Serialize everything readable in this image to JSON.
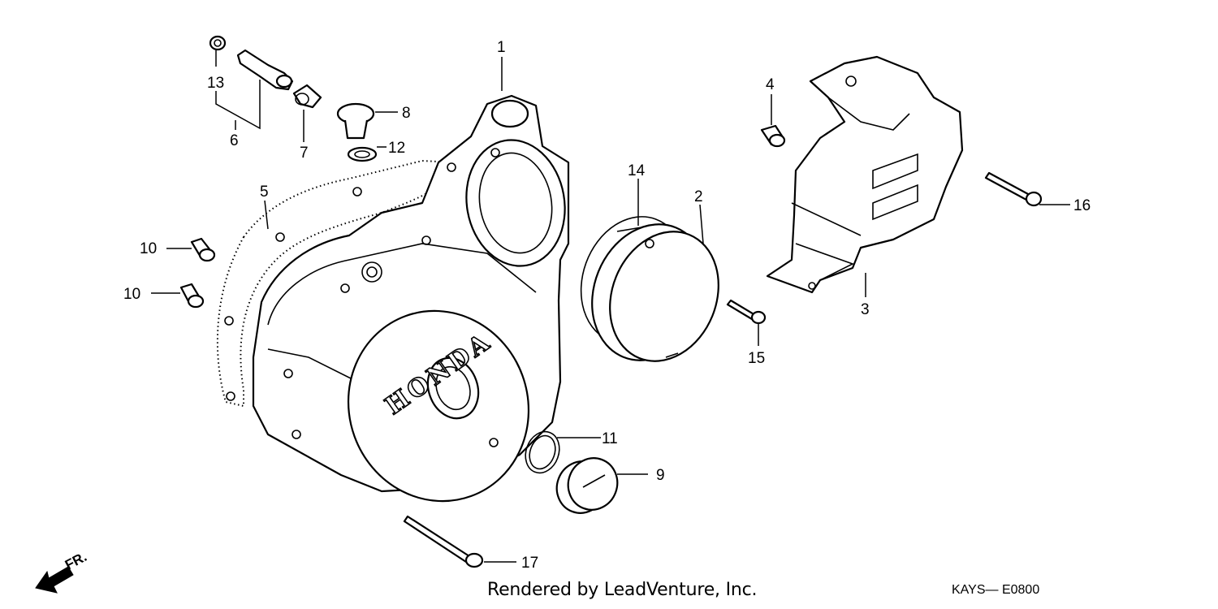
{
  "diagram": {
    "brand_text": "HONDA",
    "direction_label": "FR.",
    "credit": "Rendered by LeadVenture, Inc.",
    "diagram_code": "KAYS— E0800",
    "callouts": {
      "c1": "1",
      "c2": "2",
      "c3": "3",
      "c4": "4",
      "c5": "5",
      "c6": "6",
      "c7": "7",
      "c8": "8",
      "c9": "9",
      "c10a": "10",
      "c10b": "10",
      "c11": "11",
      "c12": "12",
      "c13": "13",
      "c14": "14",
      "c15": "15",
      "c16": "16",
      "c17": "17"
    }
  }
}
